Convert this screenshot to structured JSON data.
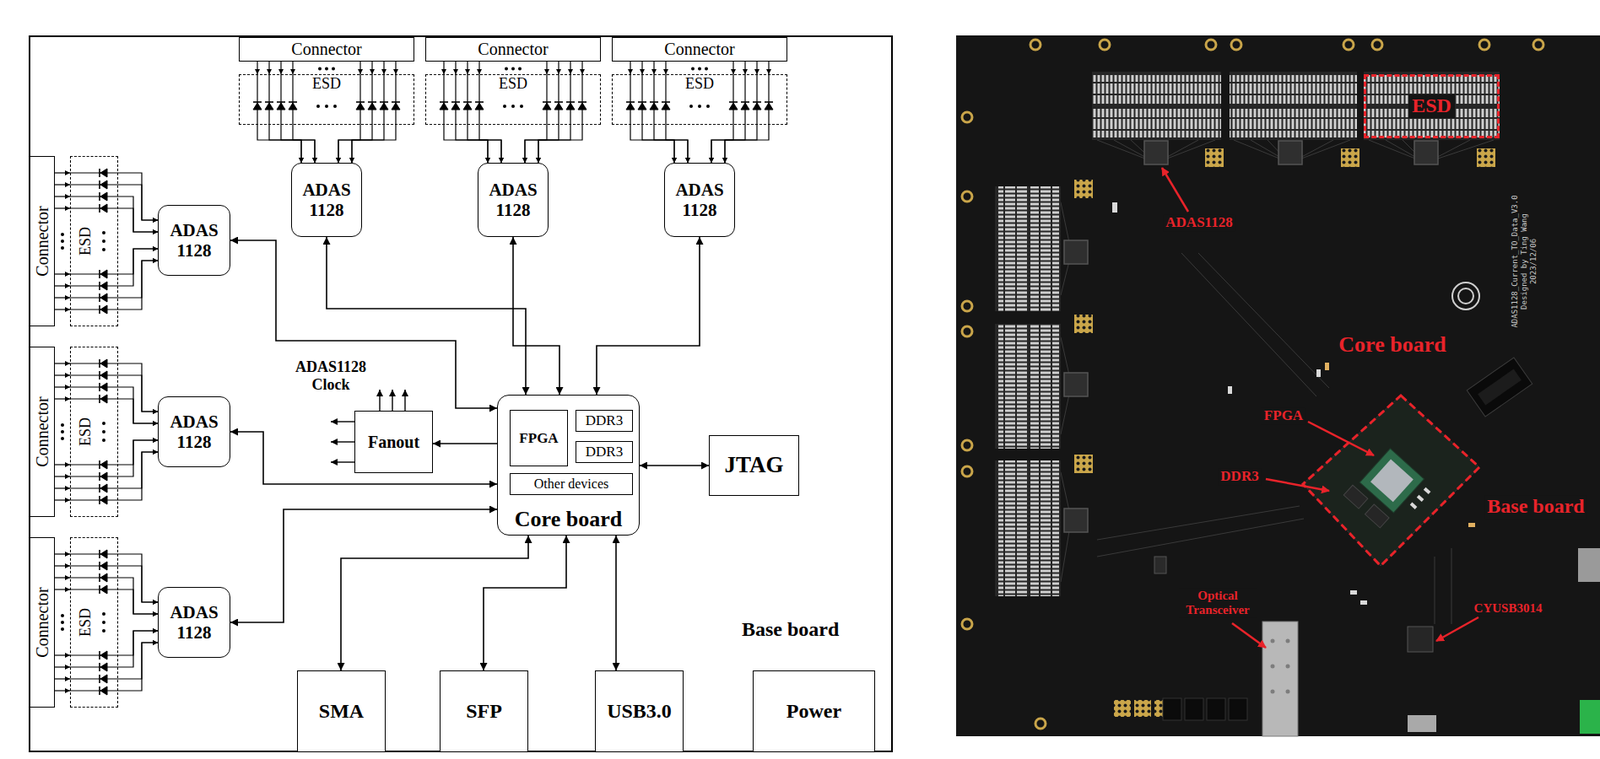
{
  "diagram": {
    "nodes": [
      {
        "text": [
          "Base board"
        ]
      },
      {
        "text": [
          "Connector"
        ],
        "in": 0
      },
      {
        "text": [
          "Connector"
        ],
        "in": 0
      },
      {
        "text": [
          "Connector"
        ],
        "in": 0
      },
      {
        "text": [
          "ESD"
        ],
        "in": 0
      },
      {
        "text": [
          "ESD"
        ],
        "in": 0
      },
      {
        "text": [
          "ESD"
        ],
        "in": 0
      },
      {
        "text": [
          "ADAS 1128"
        ],
        "in": 0
      },
      {
        "text": [
          "ADAS 1128"
        ],
        "in": 0
      },
      {
        "text": [
          "ADAS 1128"
        ],
        "in": 0
      },
      {
        "text": [
          "Connector"
        ],
        "in": 0
      },
      {
        "text": [
          "ESD"
        ],
        "in": 0
      },
      {
        "text": [
          "ADAS 1128"
        ],
        "in": 0
      },
      {
        "text": [
          "Connector"
        ],
        "in": 0
      },
      {
        "text": [
          "ESD"
        ],
        "in": 0
      },
      {
        "text": [
          "ADAS 1128"
        ],
        "in": 0
      },
      {
        "text": [
          "Connector"
        ],
        "in": 0
      },
      {
        "text": [
          "ESD"
        ],
        "in": 0
      },
      {
        "text": [
          "ADAS 1128"
        ],
        "in": 0
      },
      {
        "text": [
          "Fanout"
        ],
        "in": 0
      },
      {
        "text": [
          "Core board"
        ],
        "in": 0
      },
      {
        "text": [
          "FPGA"
        ],
        "in": 20
      },
      {
        "text": [
          "DDR3"
        ],
        "in": 20
      },
      {
        "text": [
          "DDR3"
        ],
        "in": 20
      },
      {
        "text": [
          "Other devices"
        ],
        "in": 20
      },
      {
        "text": [
          "JTAG"
        ],
        "in": 0
      },
      {
        "text": [
          "SMA"
        ],
        "in": 0
      },
      {
        "text": [
          "SFP"
        ],
        "in": 0
      },
      {
        "text": [
          "USB3.0"
        ],
        "in": 0
      },
      {
        "text": [
          "Power"
        ],
        "in": 0
      },
      {
        "text": [
          "ESD"
        ]
      },
      {
        "text": [
          "Core board"
        ]
      }
    ],
    "edges": [
      {
        "from": 1,
        "to": 4,
        "arrow": "to"
      },
      {
        "from": 2,
        "to": 5,
        "arrow": "to"
      },
      {
        "from": 3,
        "to": 6,
        "arrow": "to"
      },
      {
        "from": 4,
        "to": 7,
        "arrow": "to"
      },
      {
        "from": 5,
        "to": 8,
        "arrow": "to"
      },
      {
        "from": 6,
        "to": 9,
        "arrow": "to"
      },
      {
        "from": 10,
        "to": 11,
        "arrow": "to"
      },
      {
        "from": 11,
        "to": 12,
        "arrow": "to"
      },
      {
        "from": 13,
        "to": 14,
        "arrow": "to"
      },
      {
        "from": 14,
        "to": 15,
        "arrow": "to"
      },
      {
        "from": 16,
        "to": 17,
        "arrow": "to"
      },
      {
        "from": 17,
        "to": 18,
        "arrow": "to"
      },
      {
        "from": 7,
        "to": 20,
        "arrow": "both"
      },
      {
        "from": 8,
        "to": 20,
        "arrow": "both"
      },
      {
        "from": 9,
        "to": 20,
        "arrow": "both"
      },
      {
        "from": 12,
        "to": 20,
        "arrow": "both"
      },
      {
        "from": 15,
        "to": 20,
        "arrow": "both"
      },
      {
        "from": 18,
        "to": 20,
        "arrow": "both"
      },
      {
        "from": 20,
        "to": 19,
        "arrow": "to"
      },
      {
        "from": 20,
        "to": 25,
        "arrow": "both"
      },
      {
        "from": 20,
        "to": 26,
        "arrow": "both"
      },
      {
        "from": 20,
        "to": 27,
        "arrow": "both"
      },
      {
        "from": 20,
        "to": 28,
        "arrow": "both"
      }
    ],
    "labels": [
      "ADAS1128 Clock",
      "ADAS1128",
      "FPGA",
      "DDR3",
      "Base board",
      "Optical Transceiver",
      "CYUSB3014",
      "ADAS1128_Current_TO_Data_V3.0",
      "Designed by Ting Wang",
      "2023/12/06"
    ]
  }
}
